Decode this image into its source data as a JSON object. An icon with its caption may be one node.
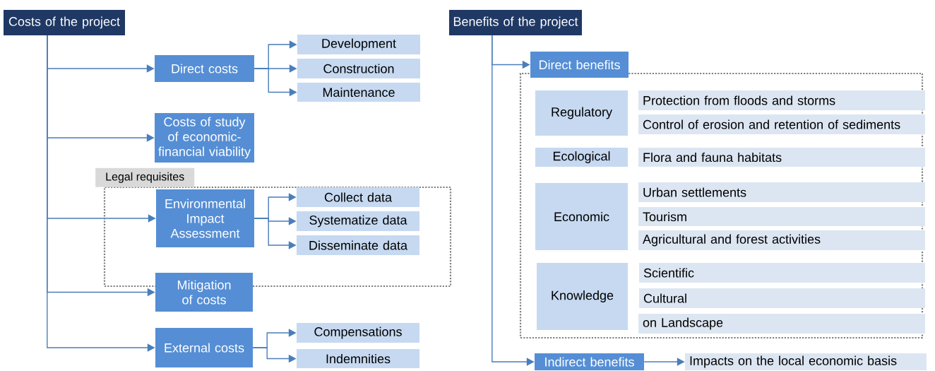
{
  "diagram": {
    "nodes": [
      {
        "text": [
          "Costs of the project"
        ]
      },
      {
        "text": [
          "Direct costs"
        ]
      },
      {
        "text": [
          "Development"
        ]
      },
      {
        "text": [
          "Construction"
        ]
      },
      {
        "text": [
          "Maintenance"
        ]
      },
      {
        "text": [
          "Costs of study of economic-financial viability"
        ]
      },
      {
        "text": [
          "Legal requisites"
        ]
      },
      {
        "text": [
          "Environmental Impact Assessment"
        ],
        "in": 6
      },
      {
        "text": [
          "Collect data"
        ],
        "in": 6
      },
      {
        "text": [
          "Systematize data"
        ],
        "in": 6
      },
      {
        "text": [
          "Disseminate data"
        ],
        "in": 6
      },
      {
        "text": [
          "Mitigation of costs"
        ]
      },
      {
        "text": [
          "External costs"
        ]
      },
      {
        "text": [
          "Compensations"
        ]
      },
      {
        "text": [
          "Indemnities"
        ]
      },
      {
        "text": [
          "Benefits of the project"
        ]
      },
      {
        "text": [
          "Direct benefits"
        ]
      },
      {
        "text": [],
        "shape": "box"
      },
      {
        "text": [
          "Regulatory"
        ],
        "in": 17
      },
      {
        "text": [
          "Protection from floods and storms"
        ],
        "in": 17
      },
      {
        "text": [
          "Control of erosion and retention of sediments"
        ],
        "in": 17
      },
      {
        "text": [
          "Ecological"
        ],
        "in": 17
      },
      {
        "text": [
          "Flora and fauna habitats"
        ],
        "in": 17
      },
      {
        "text": [
          "Economic"
        ],
        "in": 17
      },
      {
        "text": [
          "Urban settlements"
        ],
        "in": 17
      },
      {
        "text": [
          "Tourism"
        ],
        "in": 17
      },
      {
        "text": [
          "Agricultural and forest activities"
        ],
        "in": 17
      },
      {
        "text": [
          "Knowledge"
        ],
        "in": 17
      },
      {
        "text": [
          "Scientific"
        ],
        "in": 17
      },
      {
        "text": [
          "Cultural"
        ],
        "in": 17
      },
      {
        "text": [
          "on Landscape"
        ],
        "in": 17
      },
      {
        "text": [
          "Indirect benefits"
        ]
      },
      {
        "text": [
          "Impacts on the local economic basis"
        ]
      }
    ],
    "edges": [
      {
        "from": 0,
        "to": 1,
        "arrow": "to"
      },
      {
        "from": 0,
        "to": 5,
        "arrow": "to"
      },
      {
        "from": 0,
        "to": 7,
        "arrow": "to"
      },
      {
        "from": 0,
        "to": 11,
        "arrow": "to"
      },
      {
        "from": 0,
        "to": 12,
        "arrow": "to"
      },
      {
        "from": 1,
        "to": 2,
        "arrow": "to"
      },
      {
        "from": 1,
        "to": 3,
        "arrow": "to"
      },
      {
        "from": 1,
        "to": 4,
        "arrow": "to"
      },
      {
        "from": 7,
        "to": 8,
        "arrow": "to"
      },
      {
        "from": 7,
        "to": 9,
        "arrow": "to"
      },
      {
        "from": 7,
        "to": 10,
        "arrow": "to"
      },
      {
        "from": 12,
        "to": 13,
        "arrow": "to"
      },
      {
        "from": 12,
        "to": 14,
        "arrow": "to"
      },
      {
        "from": 15,
        "to": 16,
        "arrow": "to"
      },
      {
        "from": 15,
        "to": 31,
        "arrow": "to"
      },
      {
        "from": 31,
        "to": 32,
        "arrow": "to"
      }
    ]
  }
}
